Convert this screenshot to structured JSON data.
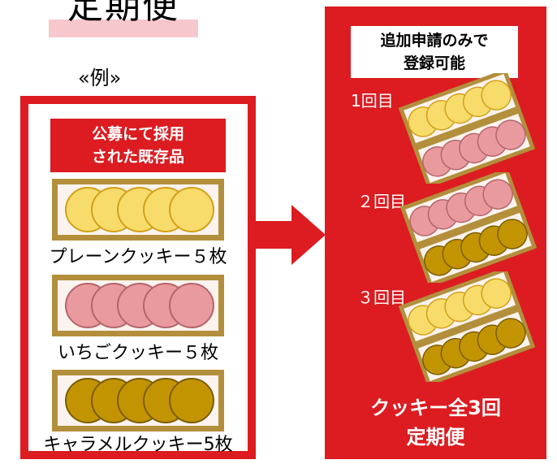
{
  "title": "定期便",
  "example_label": "«例»",
  "left_panel": {
    "header_lines": [
      "公募にて採用",
      "された既存品"
    ],
    "products": [
      {
        "caption": "プレーンクッキー５枚",
        "color": "#f7dc6b"
      },
      {
        "caption": "いちごクッキー５枚",
        "color": "#e99a9e"
      },
      {
        "caption": "キャラメルクッキー5枚",
        "color": "#c39401"
      }
    ]
  },
  "right_panel": {
    "header_lines": [
      "追加申請のみで",
      "登録可能"
    ],
    "rounds": [
      {
        "label": "1回目",
        "top_tray_color": "#f7dc6b",
        "bottom_tray_color": "#e99a9e"
      },
      {
        "label": "２回目",
        "top_tray_color": "#e99a9e",
        "bottom_tray_color": "#c39401"
      },
      {
        "label": "３回目",
        "top_tray_color": "#f7dc6b",
        "bottom_tray_color": "#c39401"
      }
    ],
    "footer_lines": [
      "クッキー全3回",
      "定期便"
    ]
  },
  "colors": {
    "accent_red": "#dc1c21",
    "tray_border": "#b38f3c",
    "title_highlight": "#f6c7cc"
  }
}
